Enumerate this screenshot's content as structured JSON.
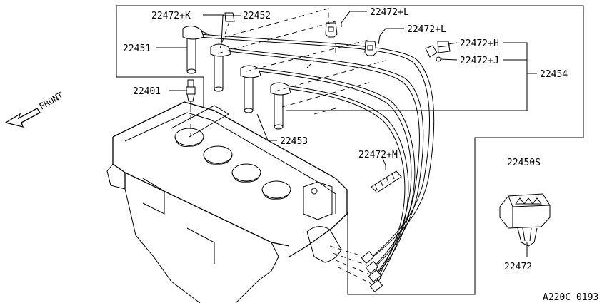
{
  "labels": {
    "k": "22472+K",
    "p22452": "22452",
    "l1": "22472+L",
    "l2": "22472+L",
    "h": "22472+H",
    "j": "22472+J",
    "p22454": "22454",
    "p22451": "22451",
    "p22401": "22401",
    "p22453": "22453",
    "m": "22472+M",
    "p22450s": "22450S",
    "p22472": "22472",
    "front": "FRONT",
    "ref": "A220C 0193"
  }
}
